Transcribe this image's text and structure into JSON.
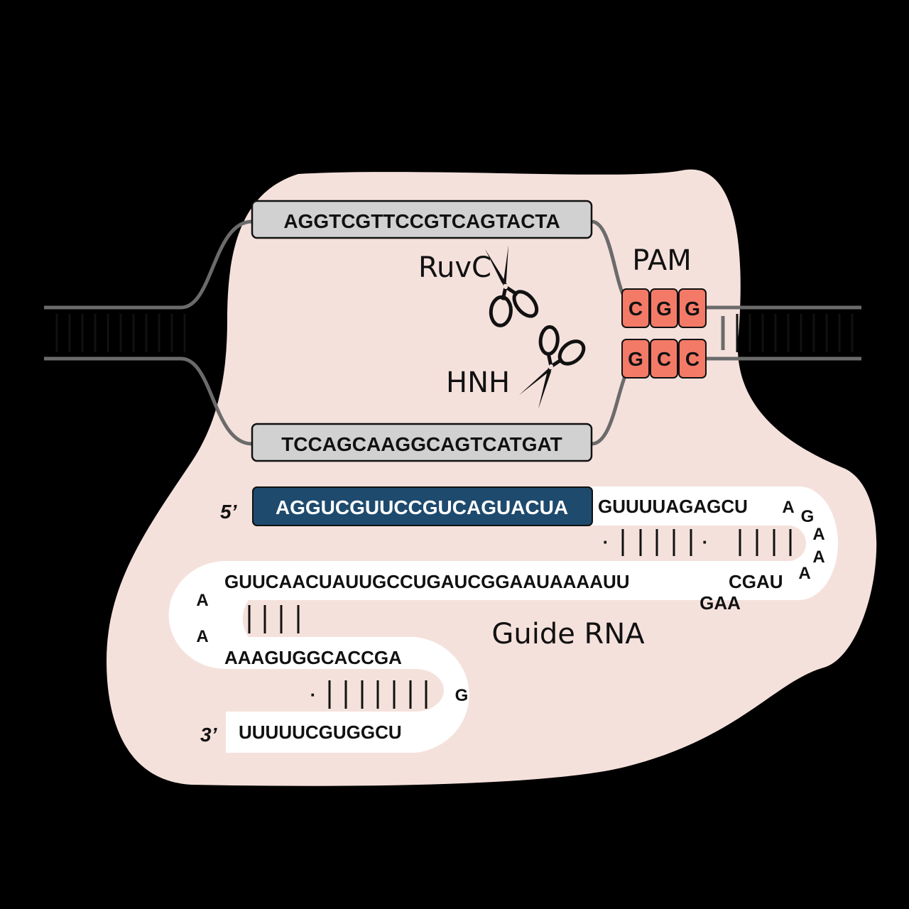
{
  "dna": {
    "top_strand": "AGGTCGTTCCGTCAGTACTA",
    "bottom_strand": "TCCAGCAAGGCAGTCATGAT"
  },
  "enzymes": {
    "ruvc": "RuvC",
    "hnh": "HNH"
  },
  "pam": {
    "label": "PAM",
    "top": [
      "C",
      "G",
      "G"
    ],
    "bottom": [
      "G",
      "C",
      "C"
    ]
  },
  "guide": {
    "label": "Guide RNA",
    "five_prime": "5’",
    "three_prime": "3’",
    "spacer": "AGGUCGUUCCGUCAGUACUA",
    "row1_right": "GUUUUAGAGCU",
    "loop1": [
      "A",
      "G",
      "A",
      "A",
      "A"
    ],
    "row2_main": "GUUCAACUAUUGCCUGAUCGGAAUAAAAUU",
    "row2_right": "CGAU",
    "bulge": "GAA",
    "loop2": [
      "A",
      "A"
    ],
    "row3": "AAAGUGGCACCGA",
    "loop3": "G",
    "row4": "UUUUUCGUGGCU",
    "dot": "·"
  },
  "colors": {
    "background": "#000000",
    "protein": "#f5e1dc",
    "strand_box": "#d1d1d1",
    "pam_box": "#f47a68",
    "spacer_box": "#1e4a6e",
    "backbone": "#6b6b6b"
  }
}
